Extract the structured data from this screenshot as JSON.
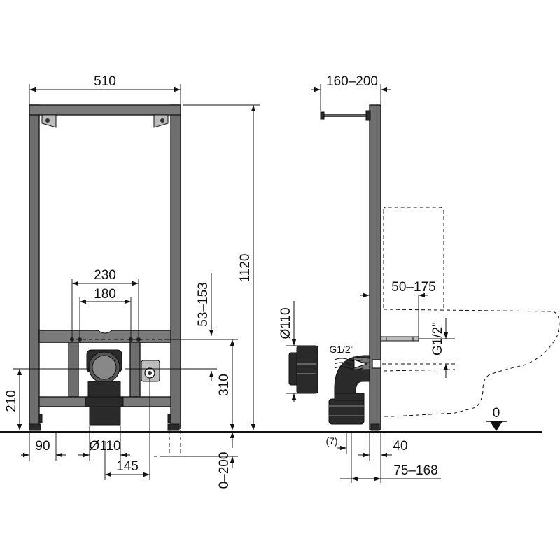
{
  "front_view": {
    "width_label": "510",
    "bolt_spacing_outer": "230",
    "bolt_spacing_inner": "180",
    "bolt_height_range": "53–153",
    "total_height": "1120",
    "outlet_height": "310",
    "bottom_rail_height": "210",
    "foot_offset": "90",
    "outlet_diameter": "Ø110",
    "inlet_offset": "145",
    "leg_extension": "0–200"
  },
  "side_view": {
    "depth_range": "160–200",
    "pipe_diameter": "Ø110",
    "thread_label_small": "G1/2\"",
    "stud_length_range": "50–175",
    "thread_label_large": "G1/2\"",
    "floor_level": "0",
    "offset_small": "(7)",
    "offset_40": "40",
    "offset_range": "75–168"
  }
}
